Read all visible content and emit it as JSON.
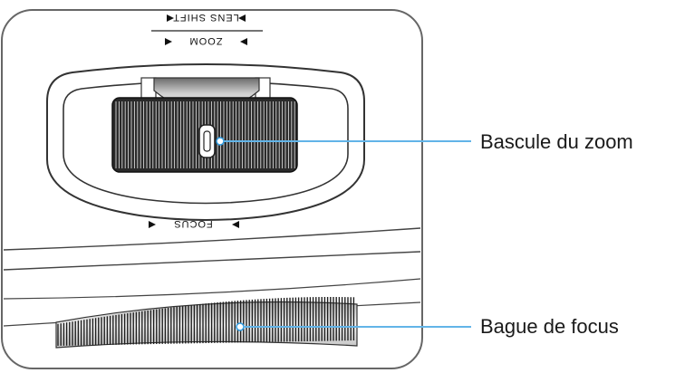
{
  "diagram": {
    "engraved_labels": {
      "lens_shift": "LENS SHIFT",
      "zoom": "ZOOM",
      "focus": "FOCUS"
    },
    "callouts": {
      "zoom_lever": "Bascule du zoom",
      "focus_ring": "Bague de focus"
    },
    "colors": {
      "outline": "#555555",
      "callout_blue": "#2e9be0",
      "knurl_dark": "#1e1e1e"
    }
  }
}
